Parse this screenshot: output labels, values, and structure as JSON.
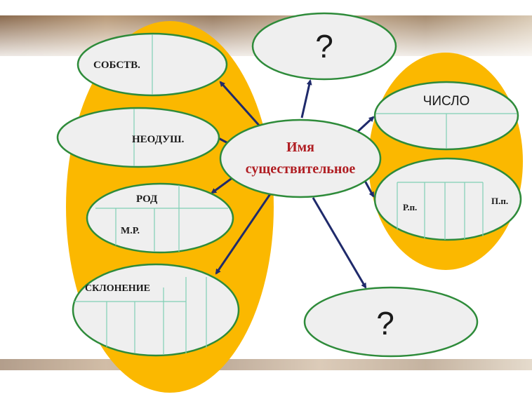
{
  "center": {
    "line1": "Имя",
    "line2": "существительное"
  },
  "nodes": {
    "top_question": "?",
    "bottom_question": "?",
    "proper": "СОБСТВ.",
    "inanimate": "НЕОДУШ.",
    "gender": "РОД",
    "masculine": "М.Р.",
    "declension": "СКЛОНЕНИЕ",
    "number": "ЧИСЛО",
    "genitive": "Р.п.",
    "prepositional": "П.п."
  },
  "colors": {
    "group_fill": "#fbb800",
    "ellipse_fill": "#efefef",
    "ellipse_stroke": "#2e8b3a",
    "grid_line": "#7fcfb5",
    "arrow": "#1f2a6b",
    "center_text": "#b01e23"
  }
}
